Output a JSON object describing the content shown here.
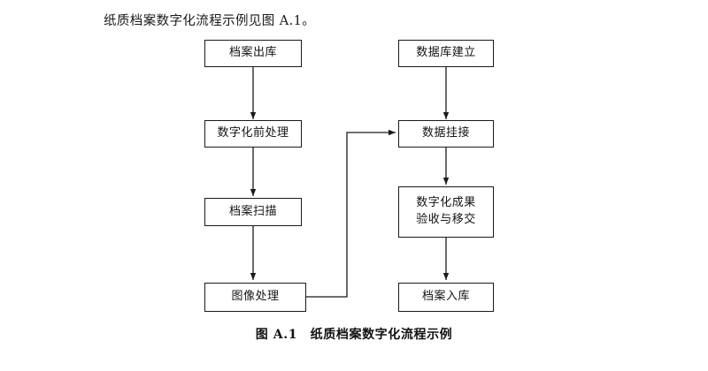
{
  "document": {
    "intro_text": "纸质档案数字化流程示例见图 A.1。",
    "figure_caption": "图 A.1　纸质档案数字化流程示例"
  },
  "flowchart": {
    "title": "纸质档案数字化流程示例",
    "type": "flowchart",
    "orientation": "two-column top-to-bottom",
    "nodes": [
      {
        "id": "archive-checkout",
        "label": "档案出库",
        "column": "left",
        "row": 1
      },
      {
        "id": "database-setup",
        "label": "数据库建立",
        "column": "right",
        "row": 1
      },
      {
        "id": "pre-digitization",
        "label": "数字化前处理",
        "column": "left",
        "row": 2
      },
      {
        "id": "data-linking",
        "label": "数据挂接",
        "column": "right",
        "row": 2
      },
      {
        "id": "archive-scanning",
        "label": "档案扫描",
        "column": "left",
        "row": 3
      },
      {
        "id": "results-acceptance-l1",
        "label": "数字化成果",
        "column": "right",
        "row": 3
      },
      {
        "id": "results-acceptance-l2",
        "label": "验收与移交",
        "column": "right",
        "row": 3
      },
      {
        "id": "image-processing",
        "label": "图像处理",
        "column": "left",
        "row": 4
      },
      {
        "id": "archive-storage",
        "label": "档案入库",
        "column": "right",
        "row": 4
      }
    ],
    "edges": [
      {
        "from": "档案出库",
        "to": "数字化前处理",
        "style": "straight-down"
      },
      {
        "from": "数字化前处理",
        "to": "档案扫描",
        "style": "straight-down"
      },
      {
        "from": "档案扫描",
        "to": "图像处理",
        "style": "straight-down"
      },
      {
        "from": "数据库建立",
        "to": "数据挂接",
        "style": "straight-down"
      },
      {
        "from": "数据挂接",
        "to": "数字化成果验收与移交",
        "style": "straight-down"
      },
      {
        "from": "数字化成果验收与移交",
        "to": "档案入库",
        "style": "straight-down"
      },
      {
        "from": "图像处理",
        "to": "数据挂接",
        "style": "elbow-right-up"
      }
    ],
    "colors": {
      "line": "#1a1a1a",
      "box_fill": "#ffffff",
      "text": "#141414"
    }
  }
}
